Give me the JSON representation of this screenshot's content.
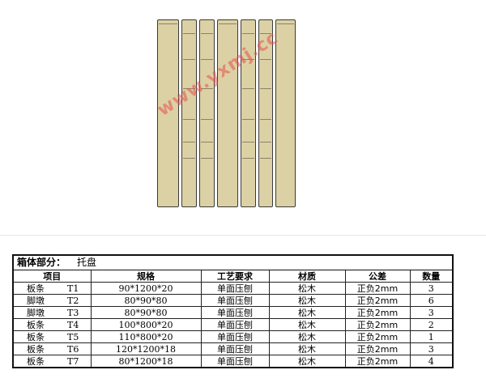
{
  "drawing": {
    "watermark": "www.yxmj.cc",
    "planks": [
      {
        "ticks": [
          4
        ]
      },
      {
        "ticks": [
          16,
          48,
          84,
          122,
          150,
          170
        ]
      },
      {
        "ticks": [
          16,
          48,
          84,
          122,
          150,
          170
        ]
      },
      {
        "ticks": [
          4
        ]
      },
      {
        "ticks": [
          16,
          48,
          84,
          122,
          150,
          170
        ]
      },
      {
        "ticks": [
          16,
          48,
          84,
          122,
          150,
          170
        ]
      },
      {
        "ticks": [
          4
        ]
      }
    ]
  },
  "table": {
    "section_label": "箱体部分：",
    "section_value": "托盘",
    "headers": [
      "项目",
      "规格",
      "工艺要求",
      "材质",
      "公差",
      "数量"
    ],
    "rows": [
      {
        "name": "板条",
        "code": "T1",
        "spec": "90*1200*20",
        "process": "单面压刨",
        "material": "松木",
        "tolerance": "正负2mm",
        "qty": "3"
      },
      {
        "name": "脚墩",
        "code": "T2",
        "spec": "80*90*80",
        "process": "单面压刨",
        "material": "松木",
        "tolerance": "正负2mm",
        "qty": "6"
      },
      {
        "name": "脚墩",
        "code": "T3",
        "spec": "80*90*80",
        "process": "单面压刨",
        "material": "松木",
        "tolerance": "正负2mm",
        "qty": "3"
      },
      {
        "name": "板条",
        "code": "T4",
        "spec": "100*800*20",
        "process": "单面压刨",
        "material": "松木",
        "tolerance": "正负2mm",
        "qty": "2"
      },
      {
        "name": "板条",
        "code": "T5",
        "spec": "110*800*20",
        "process": "单面压刨",
        "material": "松木",
        "tolerance": "正负2mm",
        "qty": "1"
      },
      {
        "name": "板条",
        "code": "T6",
        "spec": "120*1200*18",
        "process": "单面压刨",
        "material": "松木",
        "tolerance": "正负2mm",
        "qty": "3"
      },
      {
        "name": "板条",
        "code": "T7",
        "spec": "80*1200*18",
        "process": "单面压刨",
        "material": "松木",
        "tolerance": "正负2mm",
        "qty": "4"
      }
    ]
  }
}
